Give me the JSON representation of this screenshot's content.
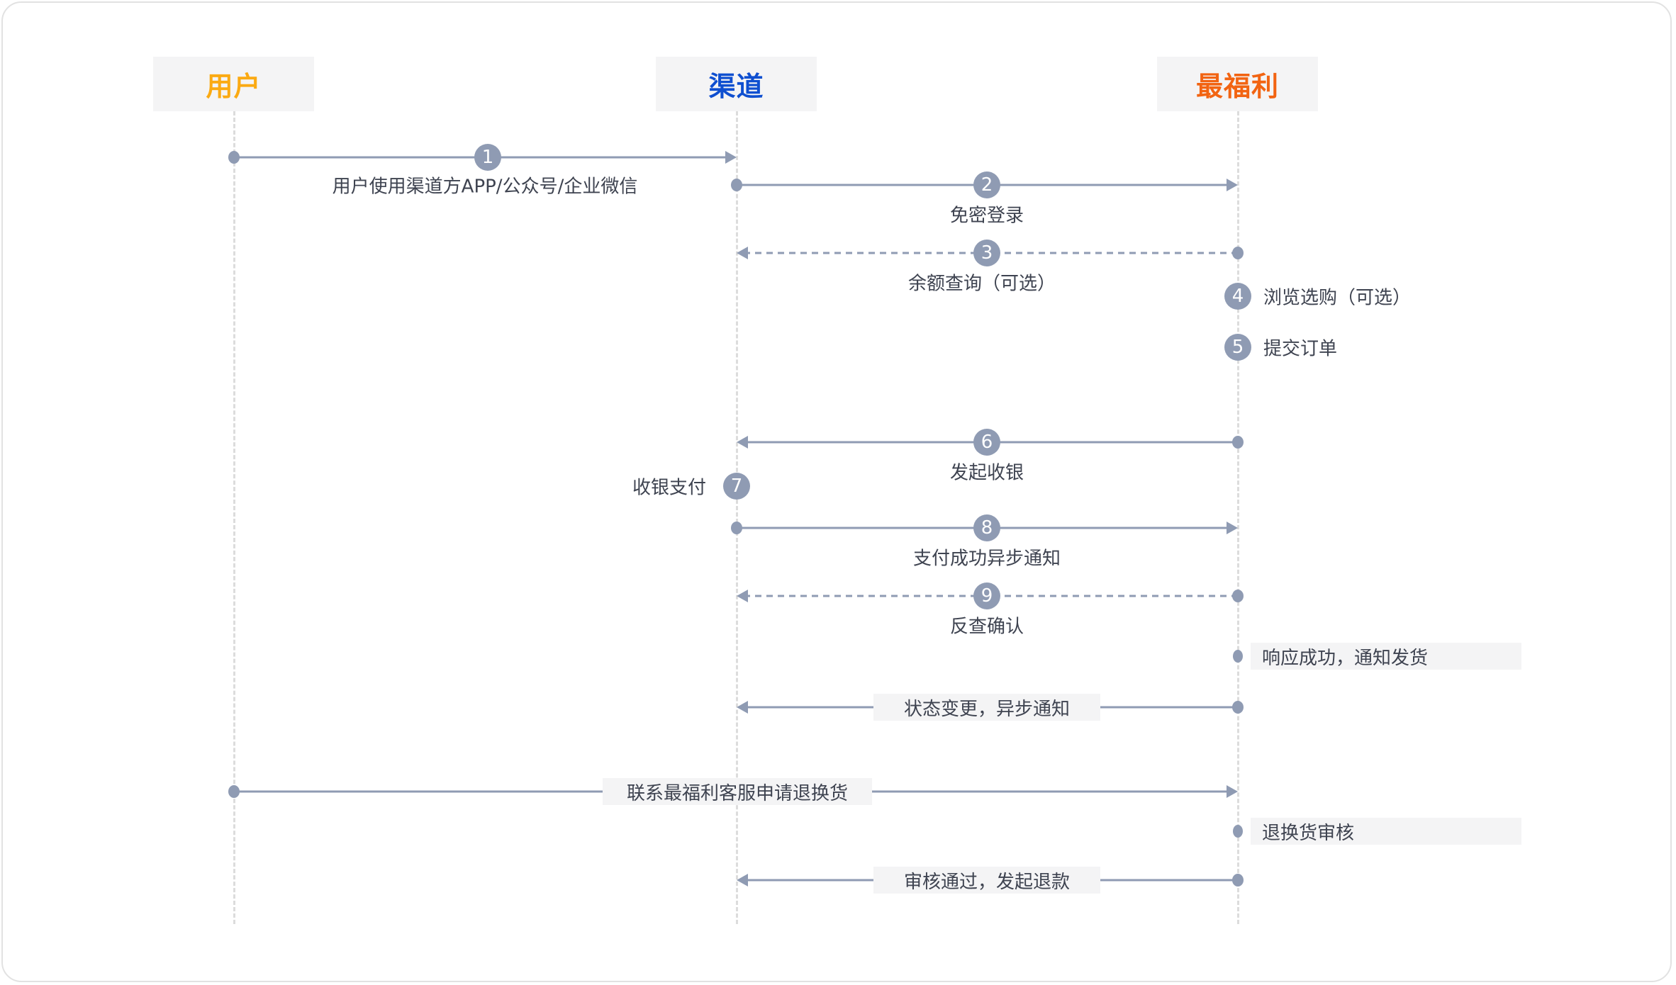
{
  "actors": [
    {
      "name": "用户",
      "color": "#fbaa13"
    },
    {
      "name": "渠道",
      "color": "#0f4fd0"
    },
    {
      "name": "最福利",
      "color": "#f26412"
    }
  ],
  "colors": {
    "line": "#8f9bb3",
    "lifeline": "#dcdcdc",
    "note_bg": "#f4f4f5",
    "text": "#3e4350"
  },
  "steps": [
    {
      "num": "1",
      "label": "用户使用渠道方APP/公众号/企业微信",
      "from": "user",
      "to": "channel",
      "style": "solid"
    },
    {
      "num": "2",
      "label": "免密登录",
      "from": "channel",
      "to": "platform",
      "style": "solid"
    },
    {
      "num": "3",
      "label": "余额查询（可选）",
      "from": "platform",
      "to": "channel",
      "style": "dashed"
    },
    {
      "num": "4",
      "label": "浏览选购（可选）",
      "at": "platform",
      "style": "self"
    },
    {
      "num": "5",
      "label": "提交订单",
      "at": "platform",
      "style": "self"
    },
    {
      "num": "6",
      "label": "发起收银",
      "from": "platform",
      "to": "channel",
      "style": "solid"
    },
    {
      "num": "7",
      "label": "收银支付",
      "at": "channel",
      "style": "self"
    },
    {
      "num": "8",
      "label": "支付成功异步通知",
      "from": "channel",
      "to": "platform",
      "style": "solid"
    },
    {
      "num": "9",
      "label": "反查确认",
      "from": "platform",
      "to": "channel",
      "style": "dashed"
    }
  ],
  "notes": [
    {
      "label": "响应成功，通知发货",
      "at": "platform"
    },
    {
      "label": "状态变更，异步通知",
      "from": "platform",
      "to": "channel"
    },
    {
      "label": "联系最福利客服申请退换货",
      "from": "user",
      "to": "platform"
    },
    {
      "label": "退换货审核",
      "at": "platform"
    },
    {
      "label": "审核通过，发起退款",
      "from": "platform",
      "to": "channel"
    }
  ]
}
